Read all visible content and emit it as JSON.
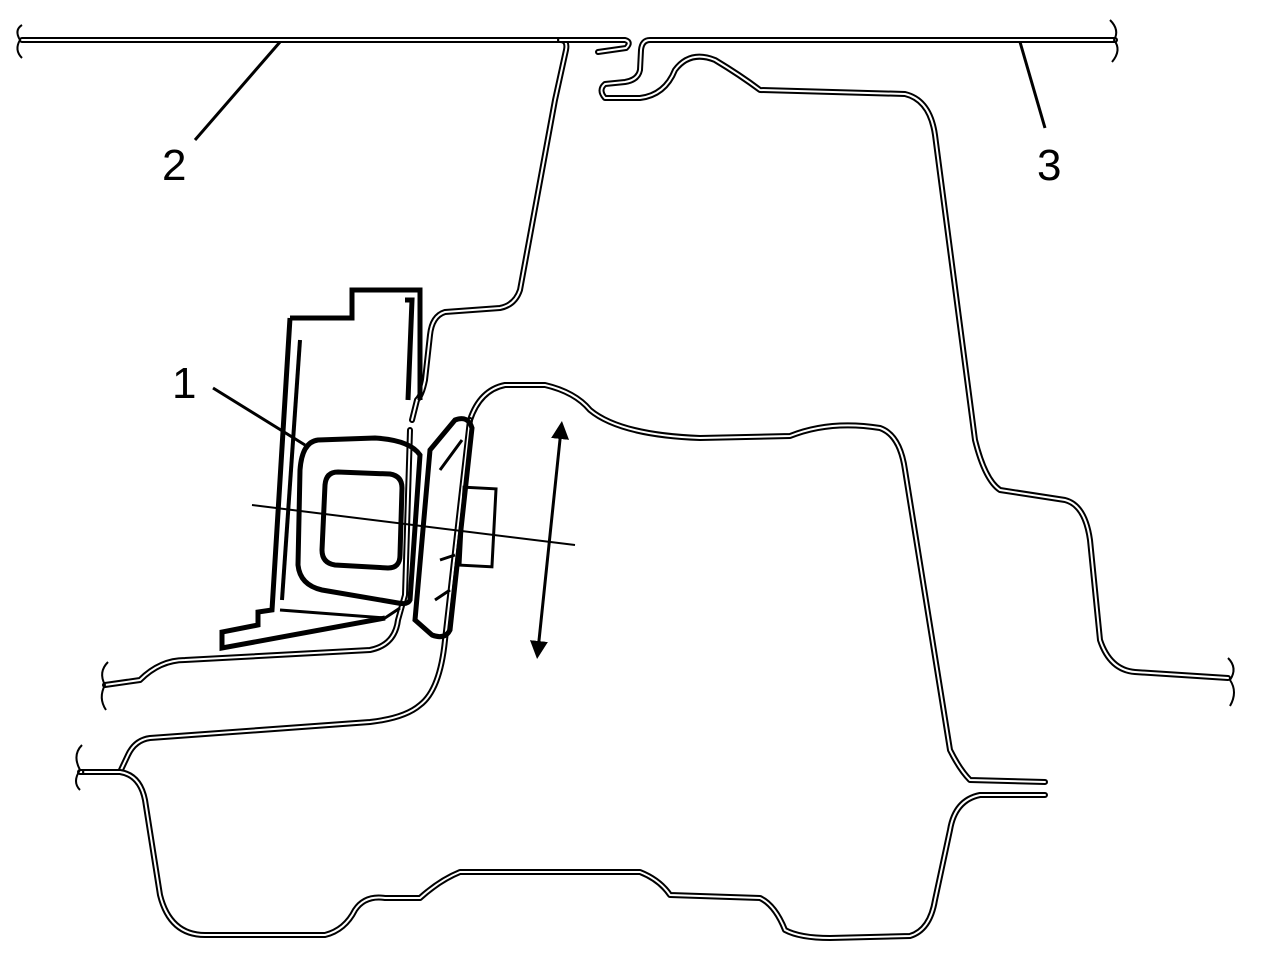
{
  "figure": {
    "labels": {
      "part_1": "1",
      "part_2": "2",
      "part_3": "3"
    },
    "colors": {
      "line": "#000000",
      "background": "#ffffff"
    },
    "icons": {
      "motion_arrow": "double-headed-arrow-icon",
      "break_marks": "brace-break-icon"
    }
  }
}
